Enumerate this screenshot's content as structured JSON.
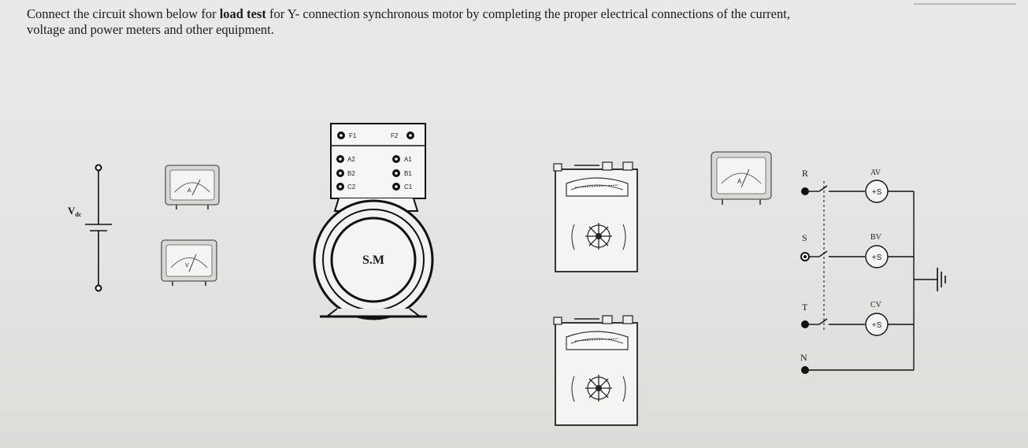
{
  "instruction": {
    "line1_before": "Connect the circuit shown below for ",
    "line1_bold": "load test",
    "line1_after": "  for Y- connection synchronous motor by completing the proper electrical connections of the current,",
    "line2": "voltage and power meters and other equipment."
  },
  "dc_source": {
    "label_main": "V",
    "label_sub": "dc"
  },
  "ammeter_dc": {
    "letter": "A"
  },
  "voltmeter_dc": {
    "letter": "V"
  },
  "motor": {
    "label": "S.M",
    "terminal_f1": "F1",
    "terminal_f2": "F2",
    "left_terminals": [
      "A2",
      "B2",
      "C2"
    ],
    "right_terminals": [
      "A1",
      "B1",
      "C1"
    ]
  },
  "ammeter_ac": {
    "letter": "A"
  },
  "switch_panel": {
    "labels": [
      "R",
      "S",
      "T",
      "N"
    ],
    "phase_tags": [
      "AV",
      "BV",
      "CV"
    ],
    "fuse_text": "+S"
  }
}
